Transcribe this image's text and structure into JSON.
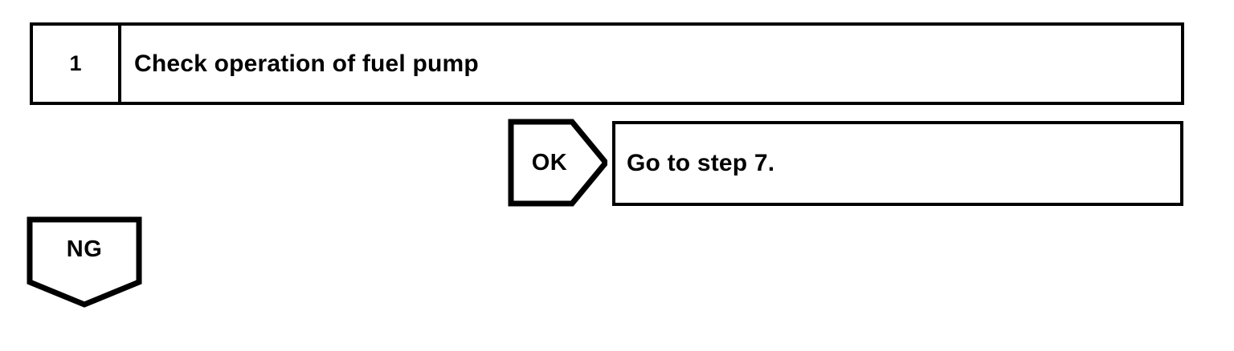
{
  "document": {
    "type": "diagnostic-flowchart",
    "background_color": "#ffffff",
    "line_color": "#000000"
  },
  "step": {
    "number": "1",
    "description": "Check operation of fuel pump"
  },
  "branches": {
    "ok": {
      "label": "OK",
      "result_text": "Go to step 7."
    },
    "ng": {
      "label": "NG"
    }
  }
}
